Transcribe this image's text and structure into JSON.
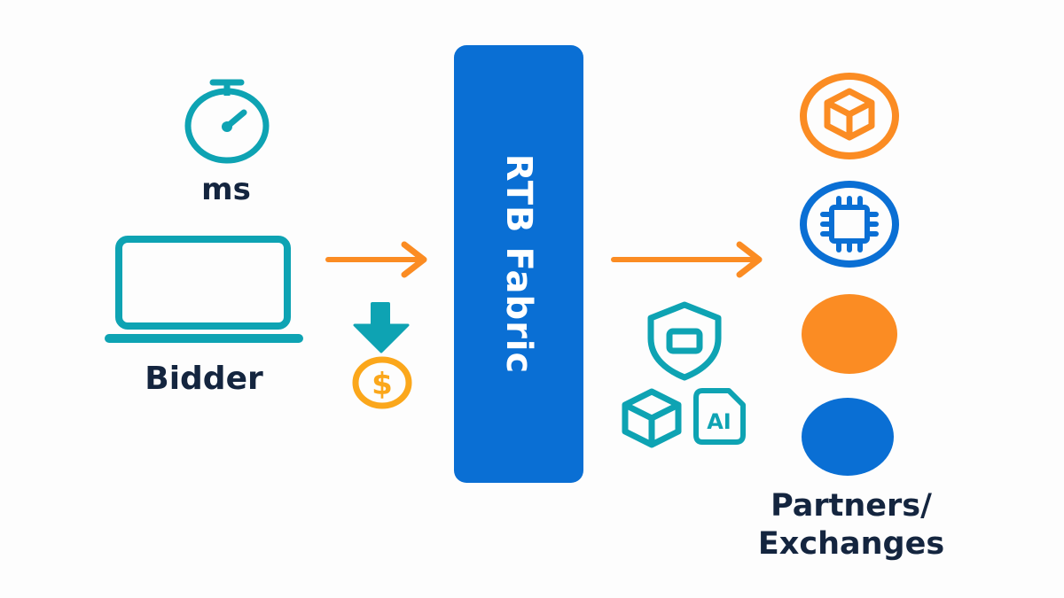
{
  "colors": {
    "teal": "#0ea3b3",
    "orange": "#fb8c23",
    "blue": "#0a6fd4",
    "gold": "#fba71b",
    "dark_text": "#14253f",
    "background": "#fdfdfd"
  },
  "bidder": {
    "latency_label": "ms",
    "label": "Bidder",
    "icons": [
      "stopwatch-icon",
      "laptop-icon"
    ]
  },
  "cost_indicator": {
    "icons": [
      "down-arrow-icon",
      "dollar-coin-icon"
    ]
  },
  "fabric": {
    "label": "RTB Fabric"
  },
  "fabric_features": {
    "icons": [
      "shield-icon",
      "cube-icon",
      "ai-chip-icon"
    ],
    "ai_text": "AI"
  },
  "partners": {
    "label_line1": "Partners/",
    "label_line2": "Exchanges",
    "nodes": [
      {
        "icon": "cube-icon",
        "style": "outline",
        "color": "orange"
      },
      {
        "icon": "cpu-chip-icon",
        "style": "outline",
        "color": "blue"
      },
      {
        "icon": "circle",
        "style": "filled",
        "color": "orange"
      },
      {
        "icon": "circle",
        "style": "filled",
        "color": "blue"
      }
    ]
  },
  "flows": [
    {
      "from": "Bidder",
      "to": "RTB Fabric"
    },
    {
      "from": "RTB Fabric",
      "to": "Partners/Exchanges"
    }
  ]
}
